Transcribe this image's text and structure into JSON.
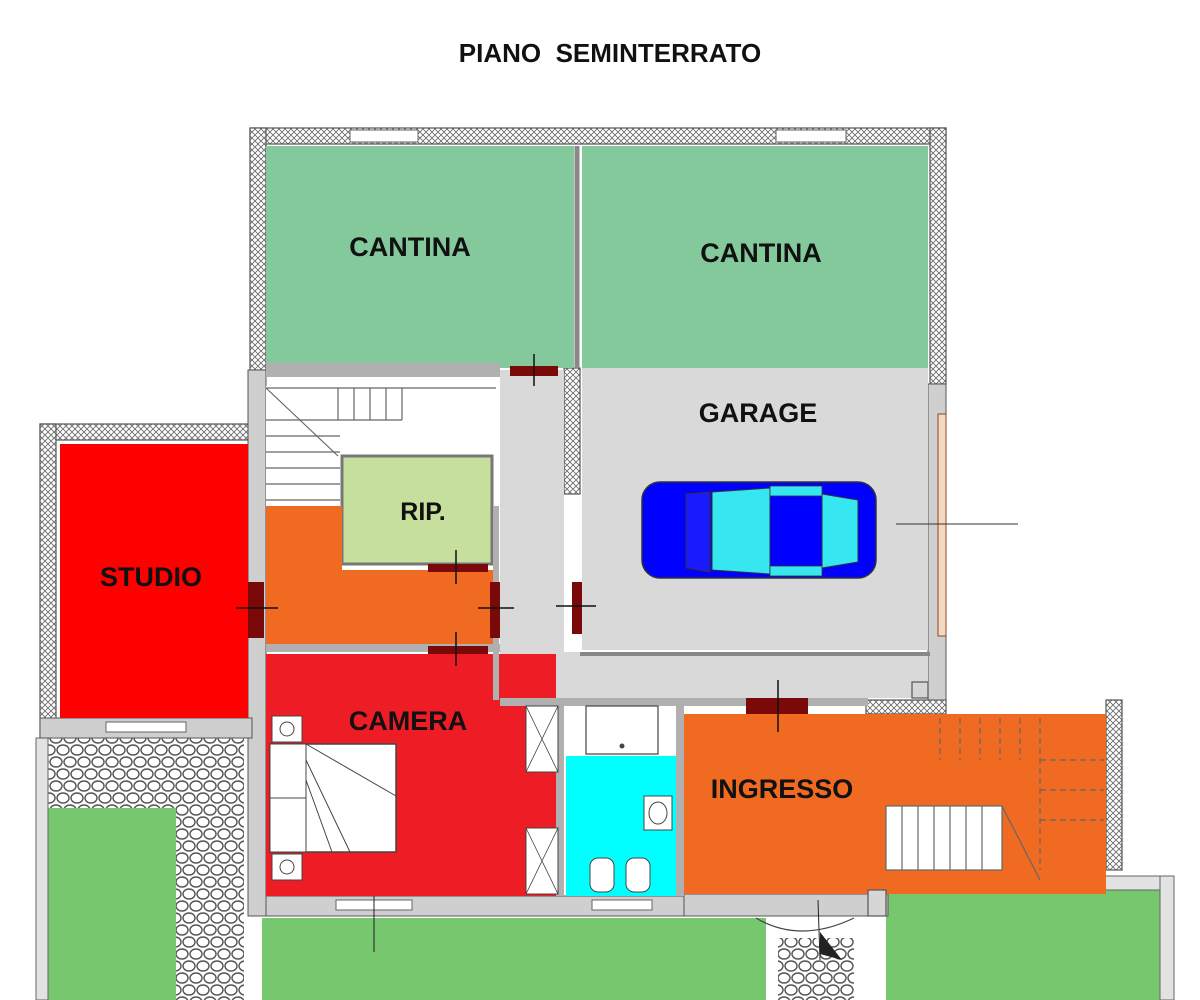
{
  "title": "PIANO  SEMINTERRATO",
  "rooms": {
    "cantina_left": "CANTINA",
    "cantina_right": "CANTINA",
    "garage": "GARAGE",
    "rip": "RIP.",
    "studio": "STUDIO",
    "camera": "CAMERA",
    "ingresso": "INGRESSO"
  },
  "colors": {
    "cantina": "#84c99b",
    "garage": "#d9d9d9",
    "rip": "#c6df9c",
    "studio": "#ff0000",
    "corridor": "#f06a22",
    "camera": "#ee1c25",
    "bathroom": "#00ffff",
    "ingresso": "#f06a22",
    "garden": "#77c76f",
    "car_body": "#0000ff",
    "car_glass": "#36e6f0",
    "door": "#7a0a0a"
  }
}
